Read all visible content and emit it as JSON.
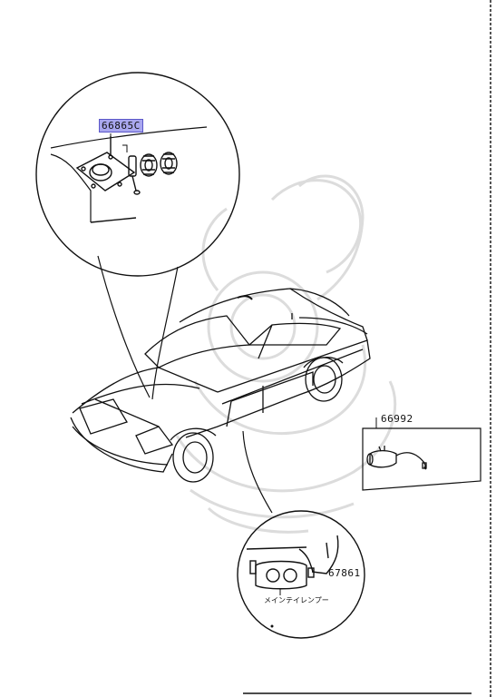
{
  "diagram": {
    "callouts": {
      "top_part_number": "66865C",
      "side_part_number": "66992",
      "bottom_part_number": "67861",
      "bottom_note": "メインテイレンプー"
    },
    "colors": {
      "highlight": "#a9a7ef",
      "ink": "#111111",
      "watermark": "#d9d9d9"
    }
  }
}
